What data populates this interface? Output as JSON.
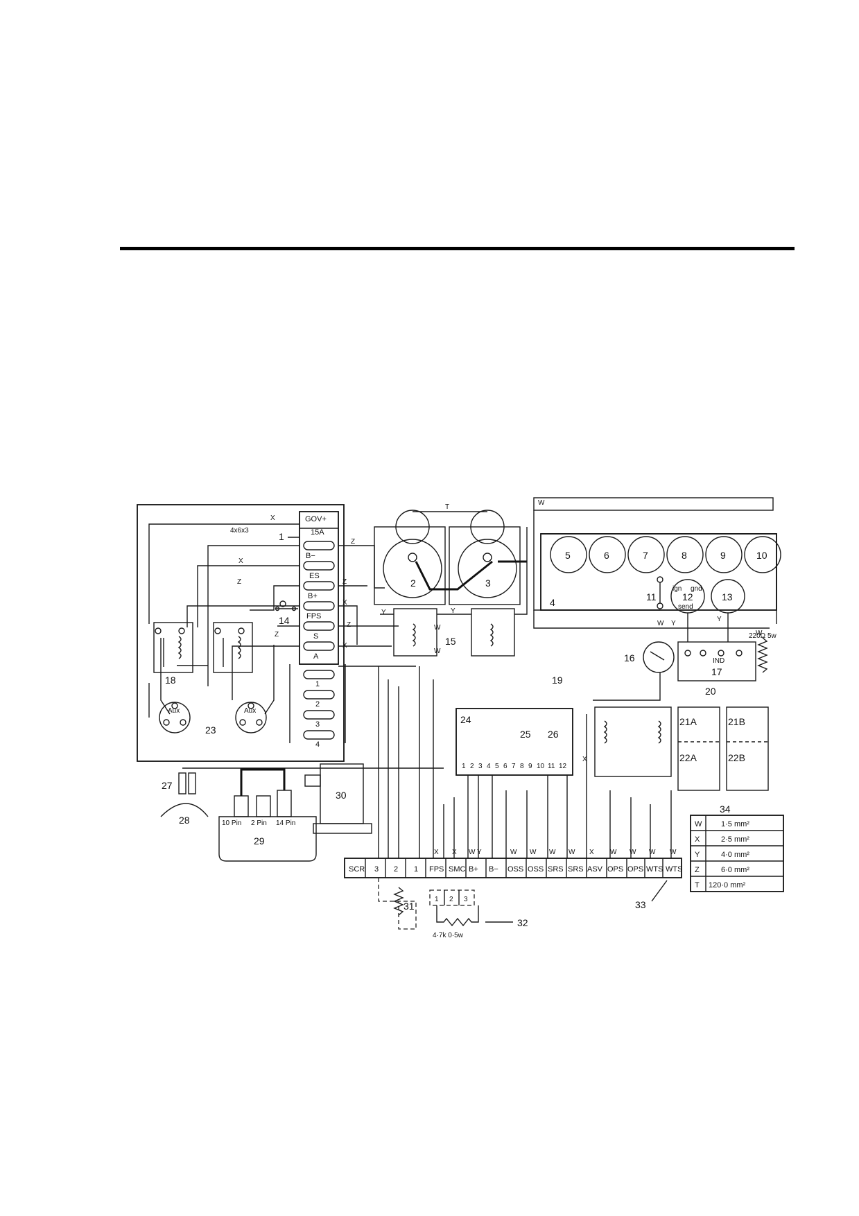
{
  "diagram": {
    "component_numbers": {
      "n1": "1",
      "n2": "2",
      "n3": "3",
      "n4": "4",
      "n5": "5",
      "n6": "6",
      "n7": "7",
      "n8": "8",
      "n9": "9",
      "n10": "10",
      "n11": "11",
      "n12": "12",
      "n13": "13",
      "n14": "14",
      "n15": "15",
      "n16": "16",
      "n17": "17",
      "n18": "18",
      "n19": "19",
      "n20": "20",
      "n21a": "21A",
      "n21b": "21B",
      "n22a": "22A",
      "n22b": "22B",
      "n23": "23",
      "n24": "24",
      "n25": "25",
      "n26": "26",
      "n27": "27",
      "n28": "28",
      "n29": "29",
      "n30": "30",
      "n31": "31",
      "n32": "32",
      "n33": "33",
      "n34": "34"
    },
    "fuse_panel": {
      "labels": [
        "GOV+",
        "15A",
        "B−",
        "ES",
        "B+",
        "FPS",
        "S",
        "A",
        "1",
        "2",
        "3",
        "4"
      ],
      "cable_note": "4x6x3"
    },
    "gauge_labels": {
      "ign": "ign",
      "gnd": "gnd",
      "send": "send",
      "ind": "IND",
      "resistor": "220Ω 5w"
    },
    "aux_labels": {
      "aux": "Aux"
    },
    "terminal_pins": [
      "1",
      "2",
      "3",
      "4",
      "5",
      "6",
      "7",
      "8",
      "9",
      "10",
      "11",
      "12"
    ],
    "connector_labels": {
      "pin10": "10 Pin",
      "pin2": "2 Pin",
      "pin14": "14 Pin"
    },
    "resistor_32": {
      "value": "4·7k 0·5w",
      "taps": [
        "1",
        "2",
        "3"
      ]
    },
    "terminal_block": [
      "SCR",
      "3",
      "2",
      "1",
      "FPS",
      "SMC",
      "B+",
      "B−",
      "OSS",
      "OSS",
      "SRS",
      "SRS",
      "ASV",
      "OPS",
      "OPS",
      "WTS",
      "WTS"
    ],
    "wire_codes": {
      "w": "W",
      "x": "X",
      "y": "Y",
      "z": "Z",
      "t": "T"
    },
    "legend": {
      "rows": [
        {
          "code": "W",
          "size": "1·5 mm²"
        },
        {
          "code": "X",
          "size": "2·5 mm²"
        },
        {
          "code": "Y",
          "size": "4·0 mm²"
        },
        {
          "code": "Z",
          "size": "6·0 mm²"
        },
        {
          "code": "T",
          "size": "120·0 mm²"
        }
      ]
    }
  }
}
